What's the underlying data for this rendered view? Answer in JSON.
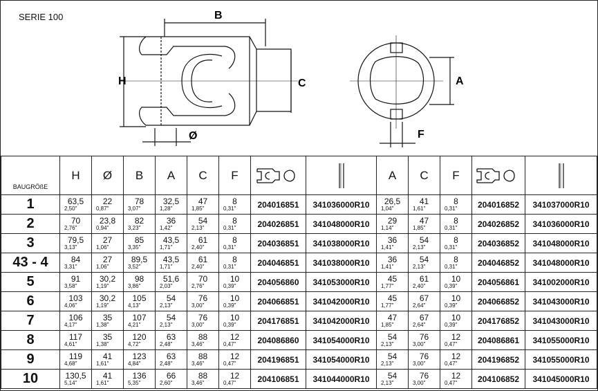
{
  "series_title": "SERIE 100",
  "drawing_labels": {
    "B": "B",
    "H": "H",
    "C": "C",
    "diameter": "Ø",
    "A": "A",
    "F": "F"
  },
  "table": {
    "size_header": "BAUGRÖßE",
    "left_dim_headers": [
      "H",
      "Ø",
      "B",
      "A",
      "C",
      "F"
    ],
    "right_dim_headers": [
      "A",
      "C",
      "F"
    ],
    "header_icons": [
      "yoke-profile-icon",
      "shaft-tube-icon",
      "yoke-profile-icon",
      "shaft-tube-icon"
    ],
    "rows": [
      {
        "size": "1",
        "H": [
          "63,5",
          "2,50\""
        ],
        "D": [
          "22",
          "0,87\""
        ],
        "B": [
          "78",
          "3,07\""
        ],
        "A": [
          "32,5",
          "1,28\""
        ],
        "C": [
          "47",
          "1,85\""
        ],
        "F": [
          "8",
          "0,31\""
        ],
        "code1": "204016851",
        "code2": "341036000R10",
        "A2": [
          "26,5",
          "1,04\""
        ],
        "C2": [
          "41",
          "1,61\""
        ],
        "F2": [
          "8",
          "0,31\""
        ],
        "code3": "204016852",
        "code4": "341037000R10"
      },
      {
        "size": "2",
        "H": [
          "70",
          "2,76\""
        ],
        "D": [
          "23,8",
          "0,94\""
        ],
        "B": [
          "82",
          "3,23\""
        ],
        "A": [
          "36",
          "1,42\""
        ],
        "C": [
          "54",
          "2,13\""
        ],
        "F": [
          "8",
          "0,31\""
        ],
        "code1": "204026851",
        "code2": "341048000R10",
        "A2": [
          "29",
          "1,14\""
        ],
        "C2": [
          "47",
          "1,85\""
        ],
        "F2": [
          "8",
          "0,31\""
        ],
        "code3": "204026852",
        "code4": "341036000R10"
      },
      {
        "size": "3",
        "H": [
          "79,5",
          "3,13\""
        ],
        "D": [
          "27",
          "1,06\""
        ],
        "B": [
          "85",
          "3,35\""
        ],
        "A": [
          "43,5",
          "1,71\""
        ],
        "C": [
          "61",
          "2,40\""
        ],
        "F": [
          "8",
          "0,31\""
        ],
        "code1": "204036851",
        "code2": "341038000R10",
        "A2": [
          "36",
          "1,41\""
        ],
        "C2": [
          "54",
          "2,13\""
        ],
        "F2": [
          "8",
          "0,31\""
        ],
        "code3": "204036852",
        "code4": "341048000R10"
      },
      {
        "size": "43 - 4",
        "H": [
          "84",
          "3,31\""
        ],
        "D": [
          "27",
          "1,06\""
        ],
        "B": [
          "89,5",
          "3,52\""
        ],
        "A": [
          "43,5",
          "1,71\""
        ],
        "C": [
          "61",
          "2,40\""
        ],
        "F": [
          "8",
          "0,31\""
        ],
        "code1": "204046851",
        "code2": "341038000R10",
        "A2": [
          "36",
          "1,41\""
        ],
        "C2": [
          "54",
          "2,13\""
        ],
        "F2": [
          "8",
          "0,31\""
        ],
        "code3": "204046852",
        "code4": "341048000R10"
      },
      {
        "size": "5",
        "H": [
          "91",
          "3,58\""
        ],
        "D": [
          "30,2",
          "1,19\""
        ],
        "B": [
          "98",
          "3,86\""
        ],
        "A": [
          "51,6",
          "2,03\""
        ],
        "C": [
          "70",
          "2,76\""
        ],
        "F": [
          "10",
          "0,39\""
        ],
        "code1": "204056860",
        "code2": "341053000R10",
        "A2": [
          "45",
          "1,77\""
        ],
        "C2": [
          "61",
          "2,40\""
        ],
        "F2": [
          "10",
          "0,39\""
        ],
        "code3": "204056861",
        "code4": "341002000R10"
      },
      {
        "size": "6",
        "H": [
          "103",
          "4,06\""
        ],
        "D": [
          "30,2",
          "1,19\""
        ],
        "B": [
          "105",
          "4,13\""
        ],
        "A": [
          "54",
          "2,13\""
        ],
        "C": [
          "76",
          "3,00\""
        ],
        "F": [
          "10",
          "0,39\""
        ],
        "code1": "204066851",
        "code2": "341042000R10",
        "A2": [
          "45",
          "1,77\""
        ],
        "C2": [
          "67",
          "2,64\""
        ],
        "F2": [
          "10",
          "0,39\""
        ],
        "code3": "204066852",
        "code4": "341043000R10"
      },
      {
        "size": "7",
        "H": [
          "106",
          "4,17\""
        ],
        "D": [
          "35",
          "1,38\""
        ],
        "B": [
          "107",
          "4,21\""
        ],
        "A": [
          "54",
          "2,13\""
        ],
        "C": [
          "76",
          "3,00\""
        ],
        "F": [
          "10",
          "0,39\""
        ],
        "code1": "204176851",
        "code2": "341042000R10",
        "A2": [
          "47",
          "1,85\""
        ],
        "C2": [
          "67",
          "2,64\""
        ],
        "F2": [
          "10",
          "0,39\""
        ],
        "code3": "204176852",
        "code4": "341043000R10"
      },
      {
        "size": "8",
        "H": [
          "117",
          "4,61\""
        ],
        "D": [
          "35",
          "1,38\""
        ],
        "B": [
          "120",
          "4,72\""
        ],
        "A": [
          "63",
          "2,48\""
        ],
        "C": [
          "88",
          "3,46\""
        ],
        "F": [
          "12",
          "0,47\""
        ],
        "code1": "204086860",
        "code2": "341054000R10",
        "A2": [
          "54",
          "2,13\""
        ],
        "C2": [
          "76",
          "3,00\""
        ],
        "F2": [
          "12",
          "0,47\""
        ],
        "code3": "204086861",
        "code4": "341055000R10"
      },
      {
        "size": "9",
        "H": [
          "119",
          "4,68\""
        ],
        "D": [
          "41",
          "1,61\""
        ],
        "B": [
          "123",
          "4,84\""
        ],
        "A": [
          "63",
          "2,48\""
        ],
        "C": [
          "88",
          "3,46\""
        ],
        "F": [
          "12",
          "0,47\""
        ],
        "code1": "204196851",
        "code2": "341054000R10",
        "A2": [
          "54",
          "2,13\""
        ],
        "C2": [
          "76",
          "3,00\""
        ],
        "F2": [
          "12",
          "0,47\""
        ],
        "code3": "204196852",
        "code4": "341055000R10"
      },
      {
        "size": "10",
        "H": [
          "130,5",
          "5,14\""
        ],
        "D": [
          "41",
          "1,61\""
        ],
        "B": [
          "136",
          "5,35\""
        ],
        "A": [
          "66",
          "2,60\""
        ],
        "C": [
          "88",
          "3,46\""
        ],
        "F": [
          "12",
          "0,47\""
        ],
        "code1": "204106851",
        "code2": "341044000R10",
        "A2": [
          "54",
          "2,13\""
        ],
        "C2": [
          "76",
          "3,00\""
        ],
        "F2": [
          "12",
          "0,47\""
        ],
        "code3": "204106852",
        "code4": "341045000R10"
      }
    ]
  }
}
